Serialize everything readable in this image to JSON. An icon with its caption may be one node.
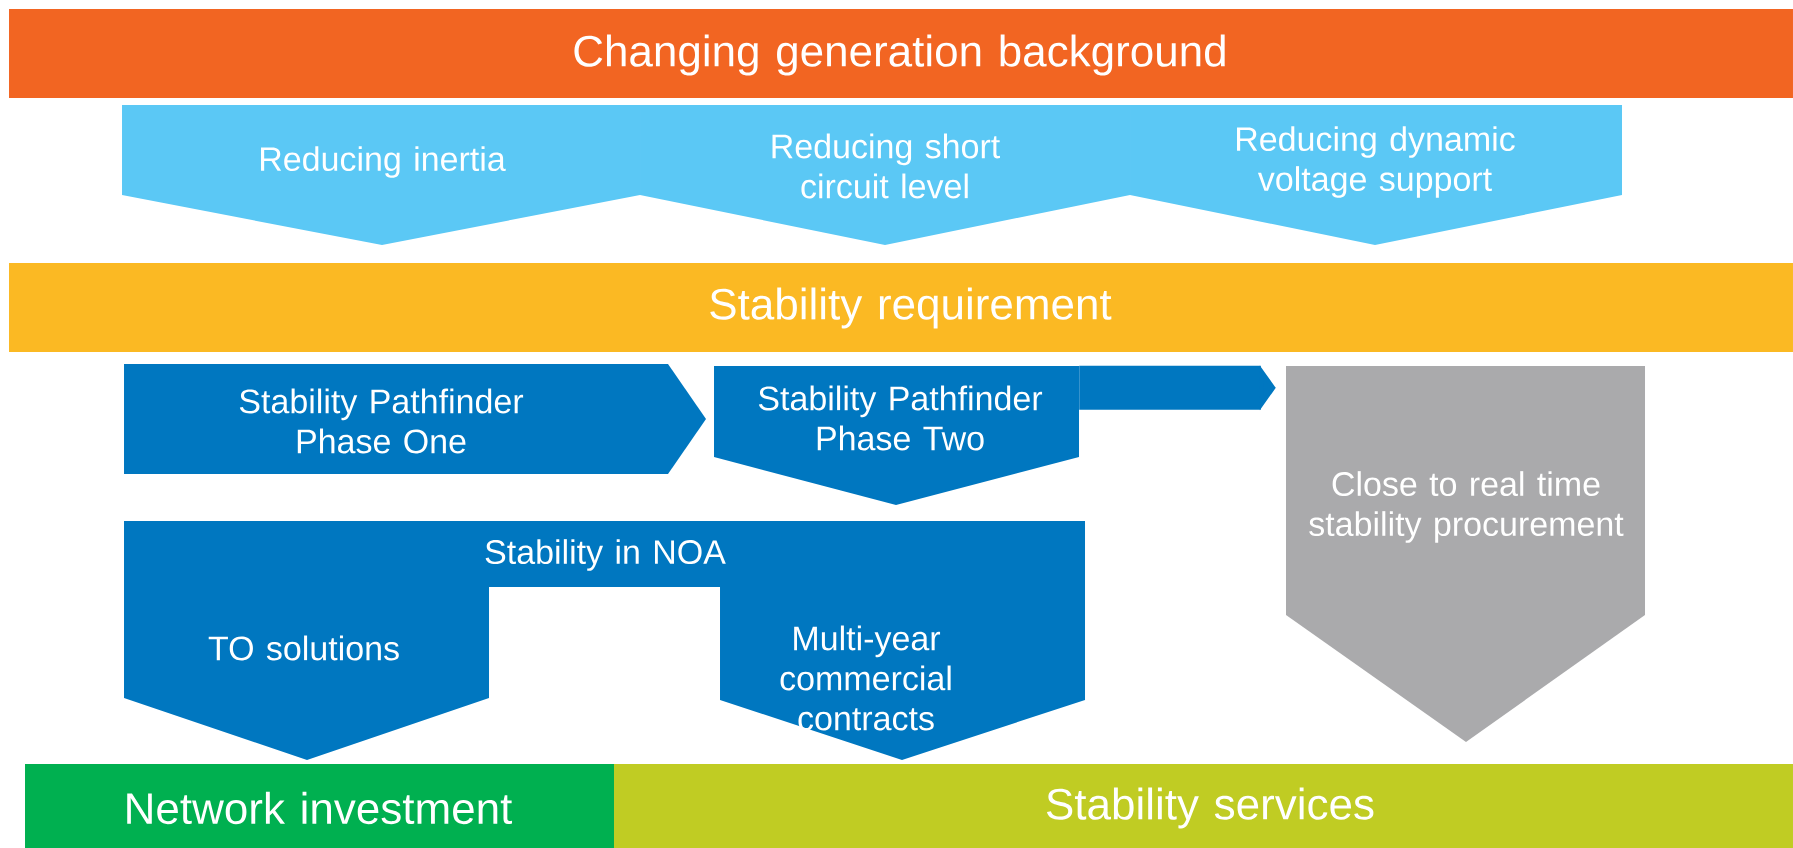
{
  "diagram": {
    "nodes": [
      {
        "text": [
          "Changing generation background"
        ]
      },
      {
        "text": [
          "Reducing inertia"
        ]
      },
      {
        "text": [
          "Reducing short circuit level"
        ]
      },
      {
        "text": [
          "Reducing dynamic voltage support"
        ]
      },
      {
        "text": [
          "Stability requirement"
        ]
      },
      {
        "text": [
          "Stability Pathfinder Phase One"
        ]
      },
      {
        "text": [
          "Stability Pathfinder Phase Two"
        ]
      },
      {
        "text": [
          "Close to real time stability procurement"
        ]
      },
      {
        "text": [
          "Stability in NOA",
          "TO solutions",
          "Multi-year commercial contracts"
        ]
      },
      {
        "text": [
          "Network investment"
        ]
      },
      {
        "text": [
          "Stability services"
        ]
      }
    ],
    "edges": [
      {
        "from": 6,
        "to": 7,
        "arrow": "to"
      }
    ]
  }
}
